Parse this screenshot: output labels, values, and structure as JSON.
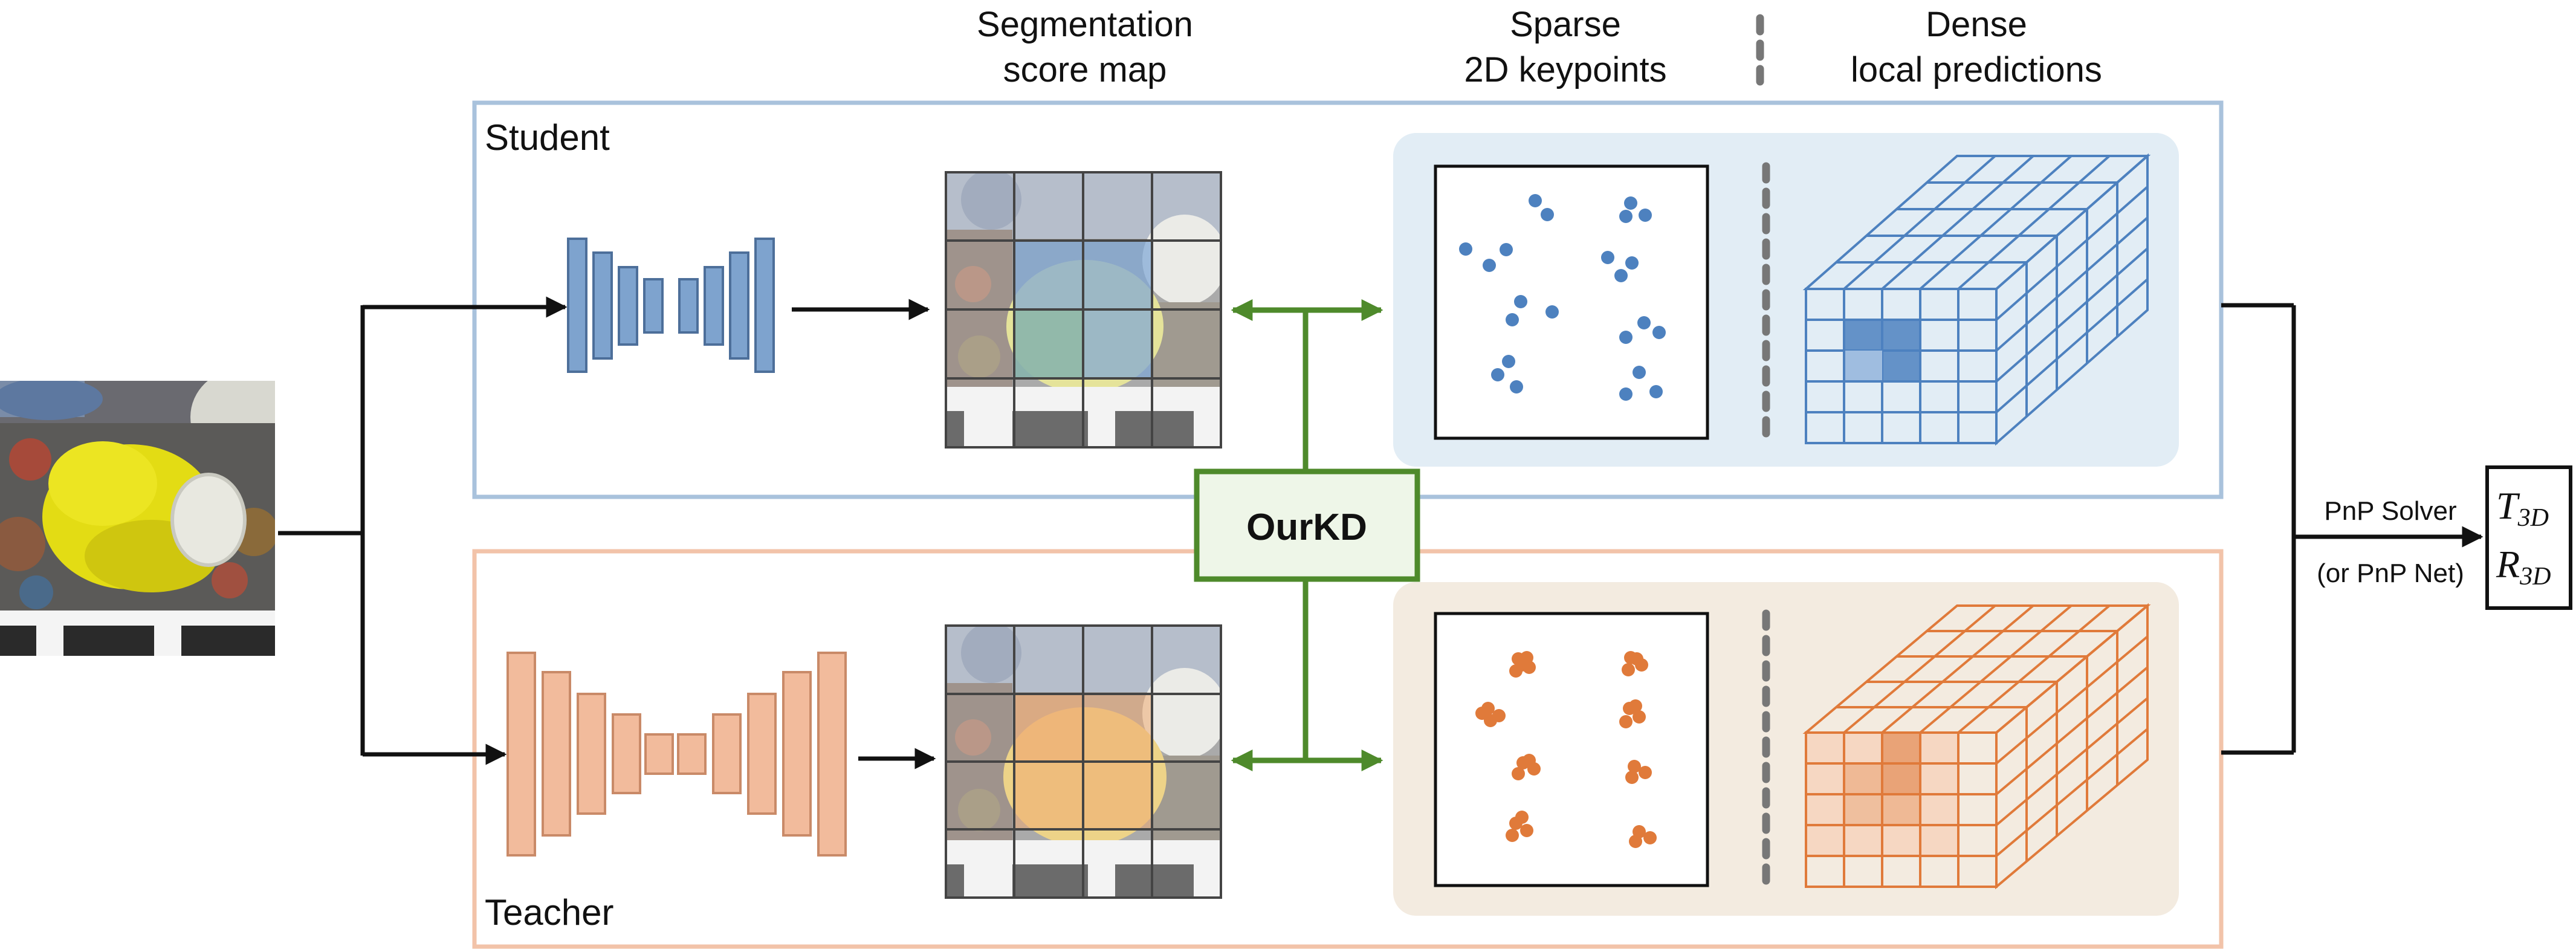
{
  "headers": {
    "segmentation_line1": "Segmentation",
    "segmentation_line2": "score map",
    "sparse_line1": "Sparse",
    "sparse_line2": "2D keypoints",
    "dense_line1": "Dense",
    "dense_line2": "local predictions"
  },
  "student": {
    "label": "Student"
  },
  "teacher": {
    "label": "Teacher"
  },
  "kd": {
    "label": "OurKD"
  },
  "solver": {
    "line1": "PnP Solver",
    "line2": "(or PnP Net)"
  },
  "output": {
    "t_label": "T",
    "t_sub": "3D",
    "r_label": "R",
    "r_sub": "3D"
  },
  "colors": {
    "student_frame": "#a9c2dc",
    "student_fill": "#e2edf5",
    "student_accent": "#4d81bf",
    "teacher_frame": "#f2c3a9",
    "teacher_fill": "#f3ebe0",
    "teacher_accent": "#e07a3a",
    "kd_green": "#4e8a2b",
    "kd_fill": "#eef6e8"
  },
  "icons": {
    "input_image": "duck-photo",
    "student_network": "encoder-decoder-icon",
    "teacher_network": "encoder-decoder-icon",
    "score_map": "grid-overlay-image",
    "dense_predictions": "3d-grid-cuboid-icon"
  }
}
